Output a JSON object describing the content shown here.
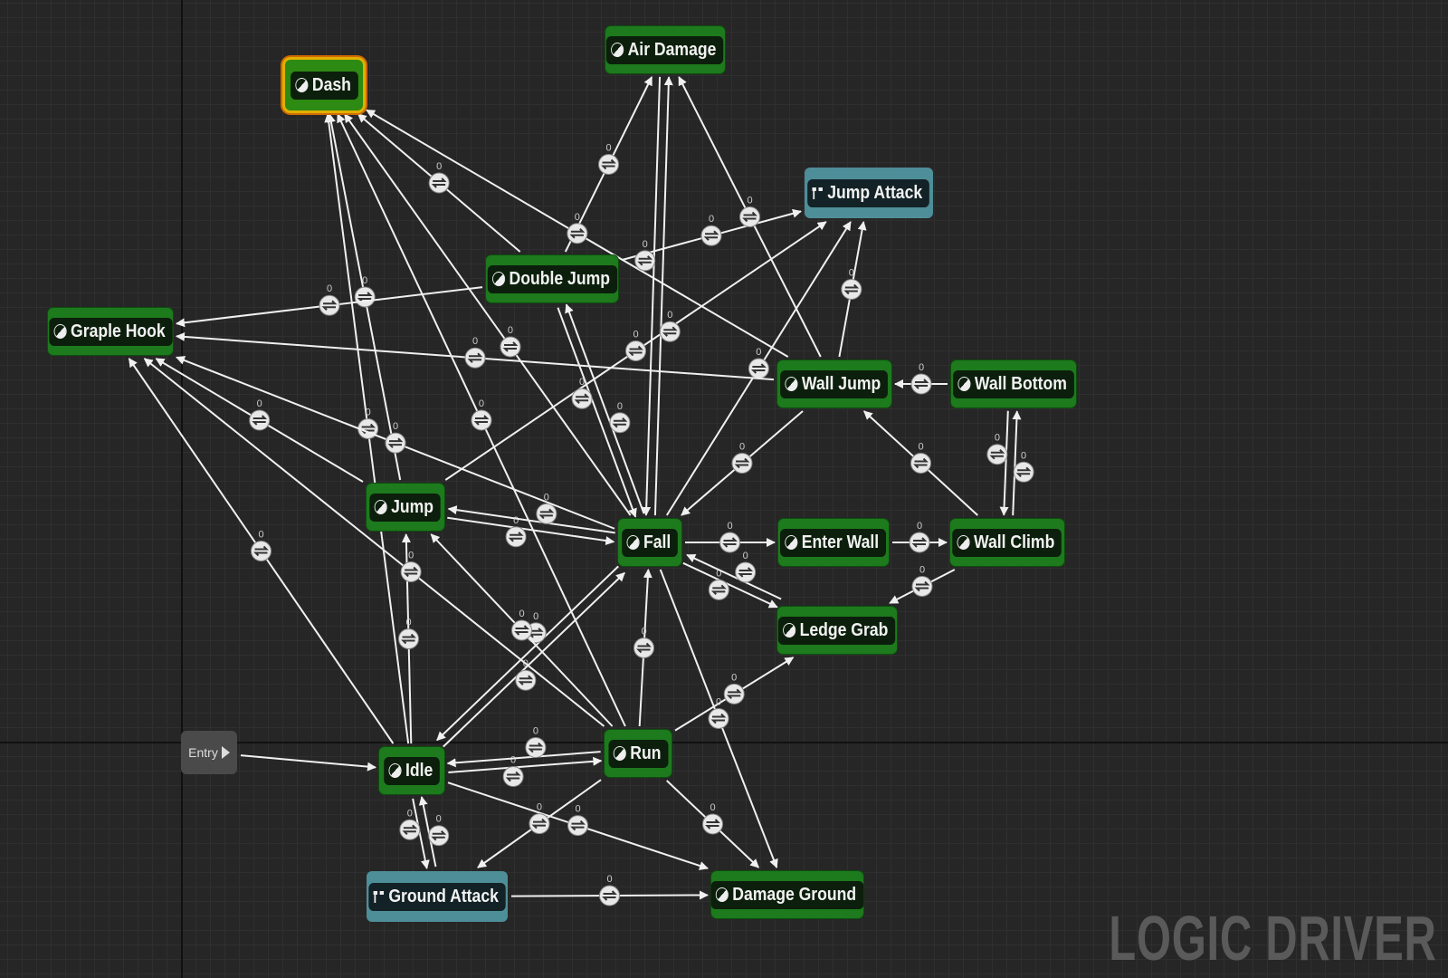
{
  "graph": {
    "entry_label": "Entry",
    "nodes": [
      {
        "id": "dash",
        "label": "Dash",
        "kind": "state",
        "selected": true
      },
      {
        "id": "air_damage",
        "label": "Air Damage",
        "kind": "state"
      },
      {
        "id": "jump_attack",
        "label": "Jump Attack",
        "kind": "conduit"
      },
      {
        "id": "double_jump",
        "label": "Double Jump",
        "kind": "state"
      },
      {
        "id": "graple_hook",
        "label": "Graple Hook",
        "kind": "state"
      },
      {
        "id": "wall_jump",
        "label": "Wall Jump",
        "kind": "state"
      },
      {
        "id": "wall_bottom",
        "label": "Wall Bottom",
        "kind": "state"
      },
      {
        "id": "jump",
        "label": "Jump",
        "kind": "state"
      },
      {
        "id": "fall",
        "label": "Fall",
        "kind": "state"
      },
      {
        "id": "enter_wall",
        "label": "Enter Wall",
        "kind": "state"
      },
      {
        "id": "wall_climb",
        "label": "Wall Climb",
        "kind": "state"
      },
      {
        "id": "ledge_grab",
        "label": "Ledge Grab",
        "kind": "state"
      },
      {
        "id": "idle",
        "label": "Idle",
        "kind": "state"
      },
      {
        "id": "run",
        "label": "Run",
        "kind": "state"
      },
      {
        "id": "ground_attack",
        "label": "Ground Attack",
        "kind": "conduit"
      },
      {
        "id": "damage_ground",
        "label": "Damage Ground",
        "kind": "state"
      }
    ],
    "transitions": [
      [
        "idle",
        "run"
      ],
      [
        "run",
        "idle"
      ],
      [
        "idle",
        "ground_attack"
      ],
      [
        "ground_attack",
        "idle"
      ],
      [
        "idle",
        "jump"
      ],
      [
        "idle",
        "graple_hook"
      ],
      [
        "idle",
        "dash"
      ],
      [
        "idle",
        "fall"
      ],
      [
        "fall",
        "idle"
      ],
      [
        "idle",
        "damage_ground"
      ],
      [
        "run",
        "ground_attack"
      ],
      [
        "run",
        "fall"
      ],
      [
        "run",
        "jump"
      ],
      [
        "run",
        "graple_hook"
      ],
      [
        "run",
        "dash"
      ],
      [
        "run",
        "ledge_grab"
      ],
      [
        "run",
        "damage_ground"
      ],
      [
        "ground_attack",
        "damage_ground"
      ],
      [
        "jump",
        "fall"
      ],
      [
        "fall",
        "jump"
      ],
      [
        "jump",
        "dash"
      ],
      [
        "jump",
        "graple_hook"
      ],
      [
        "jump",
        "jump_attack"
      ],
      [
        "fall",
        "enter_wall"
      ],
      [
        "fall",
        "ledge_grab"
      ],
      [
        "ledge_grab",
        "fall"
      ],
      [
        "fall",
        "air_damage"
      ],
      [
        "fall",
        "dash"
      ],
      [
        "fall",
        "graple_hook"
      ],
      [
        "fall",
        "double_jump"
      ],
      [
        "fall",
        "jump_attack"
      ],
      [
        "fall",
        "damage_ground"
      ],
      [
        "double_jump",
        "air_damage"
      ],
      [
        "double_jump",
        "jump_attack"
      ],
      [
        "double_jump",
        "graple_hook"
      ],
      [
        "double_jump",
        "dash"
      ],
      [
        "double_jump",
        "fall"
      ],
      [
        "enter_wall",
        "wall_climb"
      ],
      [
        "wall_climb",
        "wall_bottom"
      ],
      [
        "wall_bottom",
        "wall_climb"
      ],
      [
        "wall_climb",
        "wall_jump"
      ],
      [
        "wall_climb",
        "ledge_grab"
      ],
      [
        "wall_bottom",
        "wall_jump"
      ],
      [
        "wall_jump",
        "jump_attack"
      ],
      [
        "wall_jump",
        "fall"
      ],
      [
        "wall_jump",
        "air_damage"
      ],
      [
        "wall_jump",
        "graple_hook"
      ],
      [
        "wall_jump",
        "dash"
      ],
      [
        "air_damage",
        "fall"
      ]
    ],
    "transition_priority_label": "0"
  },
  "watermark": "LOGIC DRIVER",
  "colors": {
    "state": "#1d7a1d",
    "conduit": "#4e8e98",
    "selected": "#e0b000",
    "edge": "#f0f0f0"
  }
}
